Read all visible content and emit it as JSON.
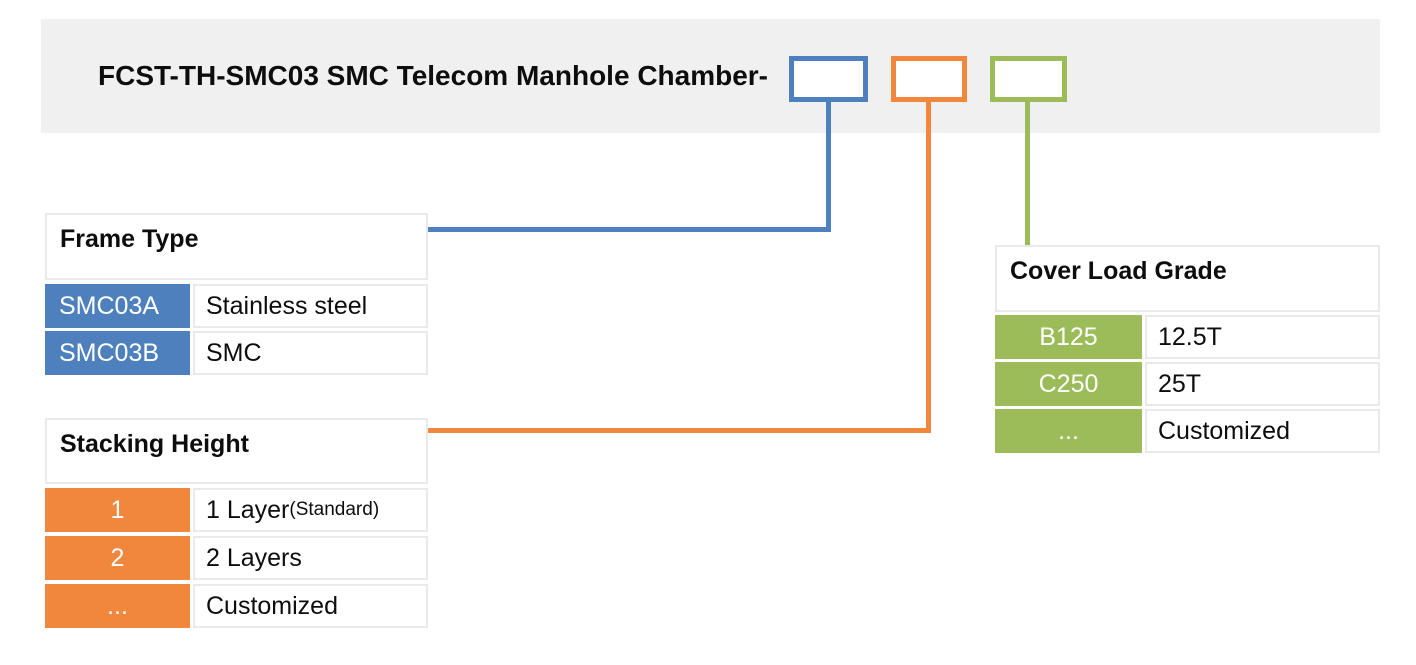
{
  "header": {
    "title": "FCST-TH-SMC03 SMC Telecom Manhole Chamber-"
  },
  "code_boxes": [
    {
      "id": "frame-type-code-box",
      "color": "#4e80bd"
    },
    {
      "id": "stacking-height-code-box",
      "color": "#f0873c"
    },
    {
      "id": "cover-load-grade-code-box",
      "color": "#9cbb59"
    }
  ],
  "tables": {
    "frame_type": {
      "title": "Frame Type",
      "accent": "#4e80bd",
      "rows": [
        {
          "code": "SMC03A",
          "desc": "Stainless steel"
        },
        {
          "code": "SMC03B",
          "desc": "SMC"
        }
      ]
    },
    "stacking_height": {
      "title": "Stacking Height",
      "accent": "#f0873c",
      "rows": [
        {
          "code": "1",
          "desc": "1 Layer",
          "note": "(Standard)"
        },
        {
          "code": "2",
          "desc": "2 Layers"
        },
        {
          "code": "...",
          "desc": "Customized"
        }
      ]
    },
    "cover_load_grade": {
      "title": "Cover Load Grade",
      "accent": "#9cbb59",
      "rows": [
        {
          "code": "B125",
          "desc": "12.5T"
        },
        {
          "code": "C250",
          "desc": "25T"
        },
        {
          "code": "...",
          "desc": "Customized"
        }
      ]
    }
  },
  "colors": {
    "header_bar_bg": "#f0f0f0",
    "table_border": "#e9e9e9",
    "blue_accent": "#4e80bd",
    "orange_accent": "#f0873c",
    "green_accent": "#9cbb59"
  }
}
